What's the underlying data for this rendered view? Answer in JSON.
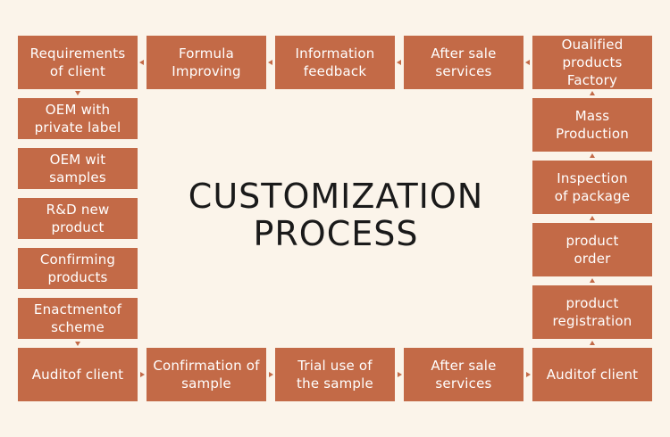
{
  "title": {
    "line1": "CUSTOMIZATION",
    "line2": "PROCESS"
  },
  "steps": {
    "requirements_of_client": "Requirements\nof client",
    "formula_improving": "Formula\nImproving",
    "information_feedback": "Information\nfeedback",
    "after_sale_services_top": "After sale\nservices",
    "qualified_products_factory": "Oualified\nproducts Factory",
    "oem_private_label": "OEM with\nprivate label",
    "oem_samples": "OEM wit\nsamples",
    "rd_new_product": "R&D new\nproduct",
    "confirming_products": "Confirming\nproducts",
    "enactment_of_scheme": "Enactmentof\nscheme",
    "audit_of_client_left": "Auditof client",
    "confirmation_of_sample": "Confirmation of\nsample",
    "trial_use_of_sample": "Trial use of\nthe sample",
    "after_sale_services_bottom": "After sale\nservices",
    "audit_of_client_right": "Auditof client",
    "product_registration": "product\nregistration",
    "product_order": "product\norder",
    "inspection_of_package": "Inspection\nof package",
    "mass_production": "Mass\nProduction"
  },
  "colors": {
    "box": "#c36a47",
    "background": "#fbf4ea",
    "title": "#1a1a1a"
  }
}
